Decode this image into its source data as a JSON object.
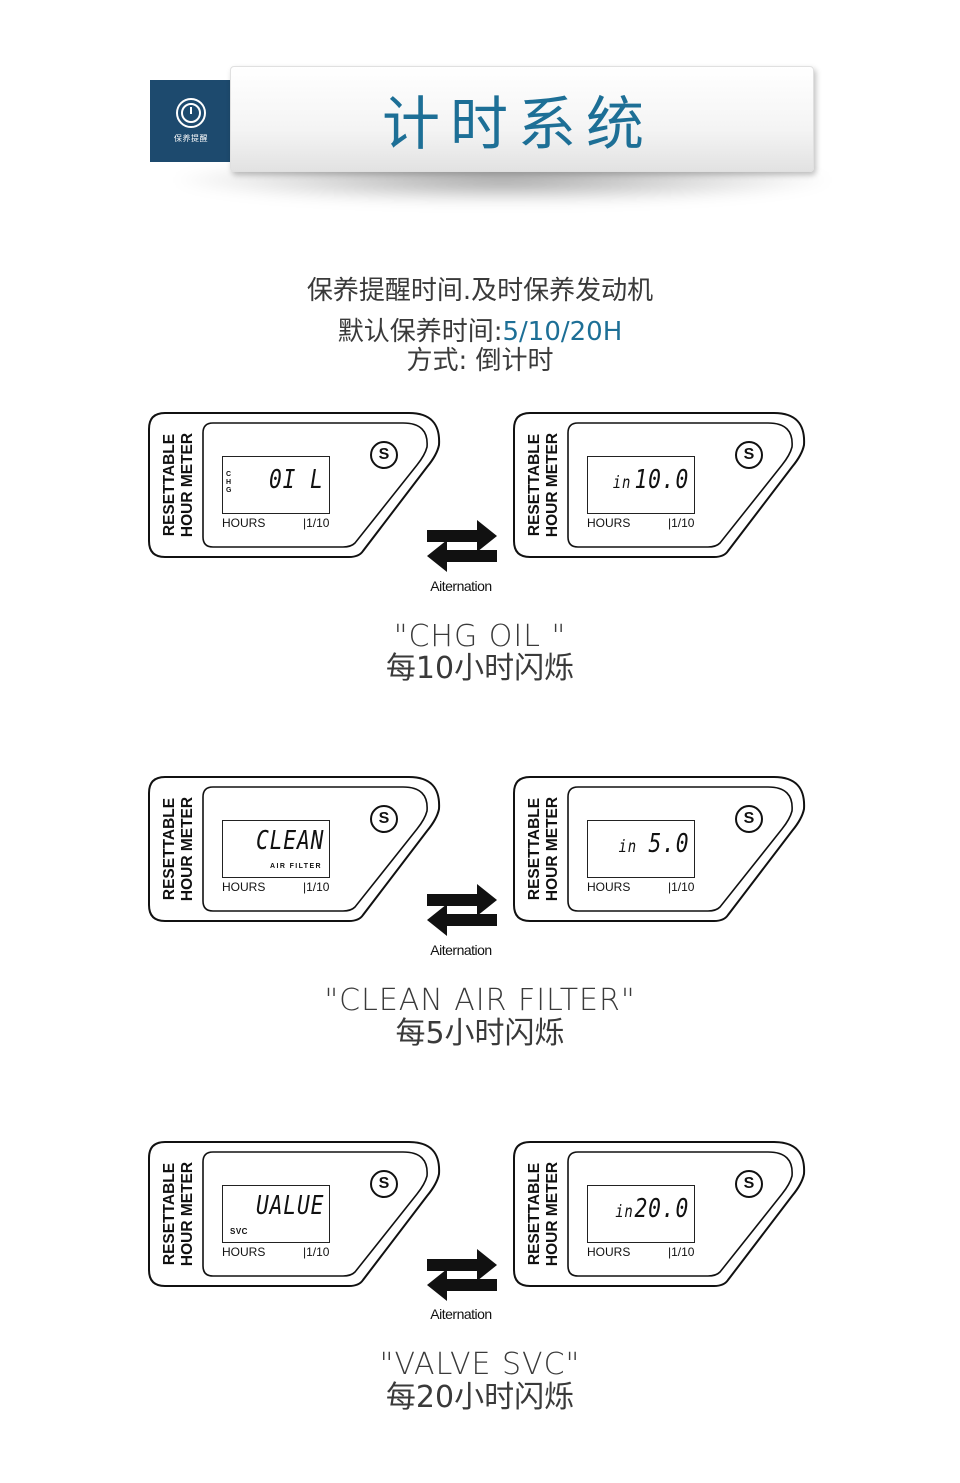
{
  "header": {
    "badge_label": "保养提醒",
    "title": "计时系统",
    "accent_color": "#1d6f96",
    "badge_color": "#1d4a6e",
    "badge_icon": "clock-icon"
  },
  "intro": {
    "line1": "保养提醒时间.及时保养发动机",
    "line2_prefix": "默认保养时间:",
    "line2_value": "5/10/20H",
    "line3": "方式: 倒计时"
  },
  "device_common": {
    "side_line1": "RESETTABLE",
    "side_line2": "HOUR METER",
    "hours_label": "HOURS",
    "scale_label": "|1/10",
    "button_label": "S",
    "alternation_label": "Aiternation"
  },
  "sections": [
    {
      "left": {
        "display": "0I L",
        "tag": "CHG",
        "tag_style": "vert"
      },
      "right": {
        "prefix": "in",
        "display": "10.0"
      },
      "caption_en": "\"CHG OIL \"",
      "caption_cn": "每10小时闪烁"
    },
    {
      "left": {
        "display": "CLEAN",
        "tag": "AIR FILTER",
        "tag_style": "under"
      },
      "right": {
        "prefix": "in",
        "display": "5.0"
      },
      "caption_en": "\"CLEAN AIR FILTER\"",
      "caption_cn": "每5小时闪烁"
    },
    {
      "left": {
        "display": "UALUE",
        "tag": "SVC",
        "tag_style": "bl"
      },
      "right": {
        "prefix": "in",
        "display": "20.0"
      },
      "caption_en": "\"VALVE SVC\"",
      "caption_cn": "每20小时闪烁"
    }
  ]
}
